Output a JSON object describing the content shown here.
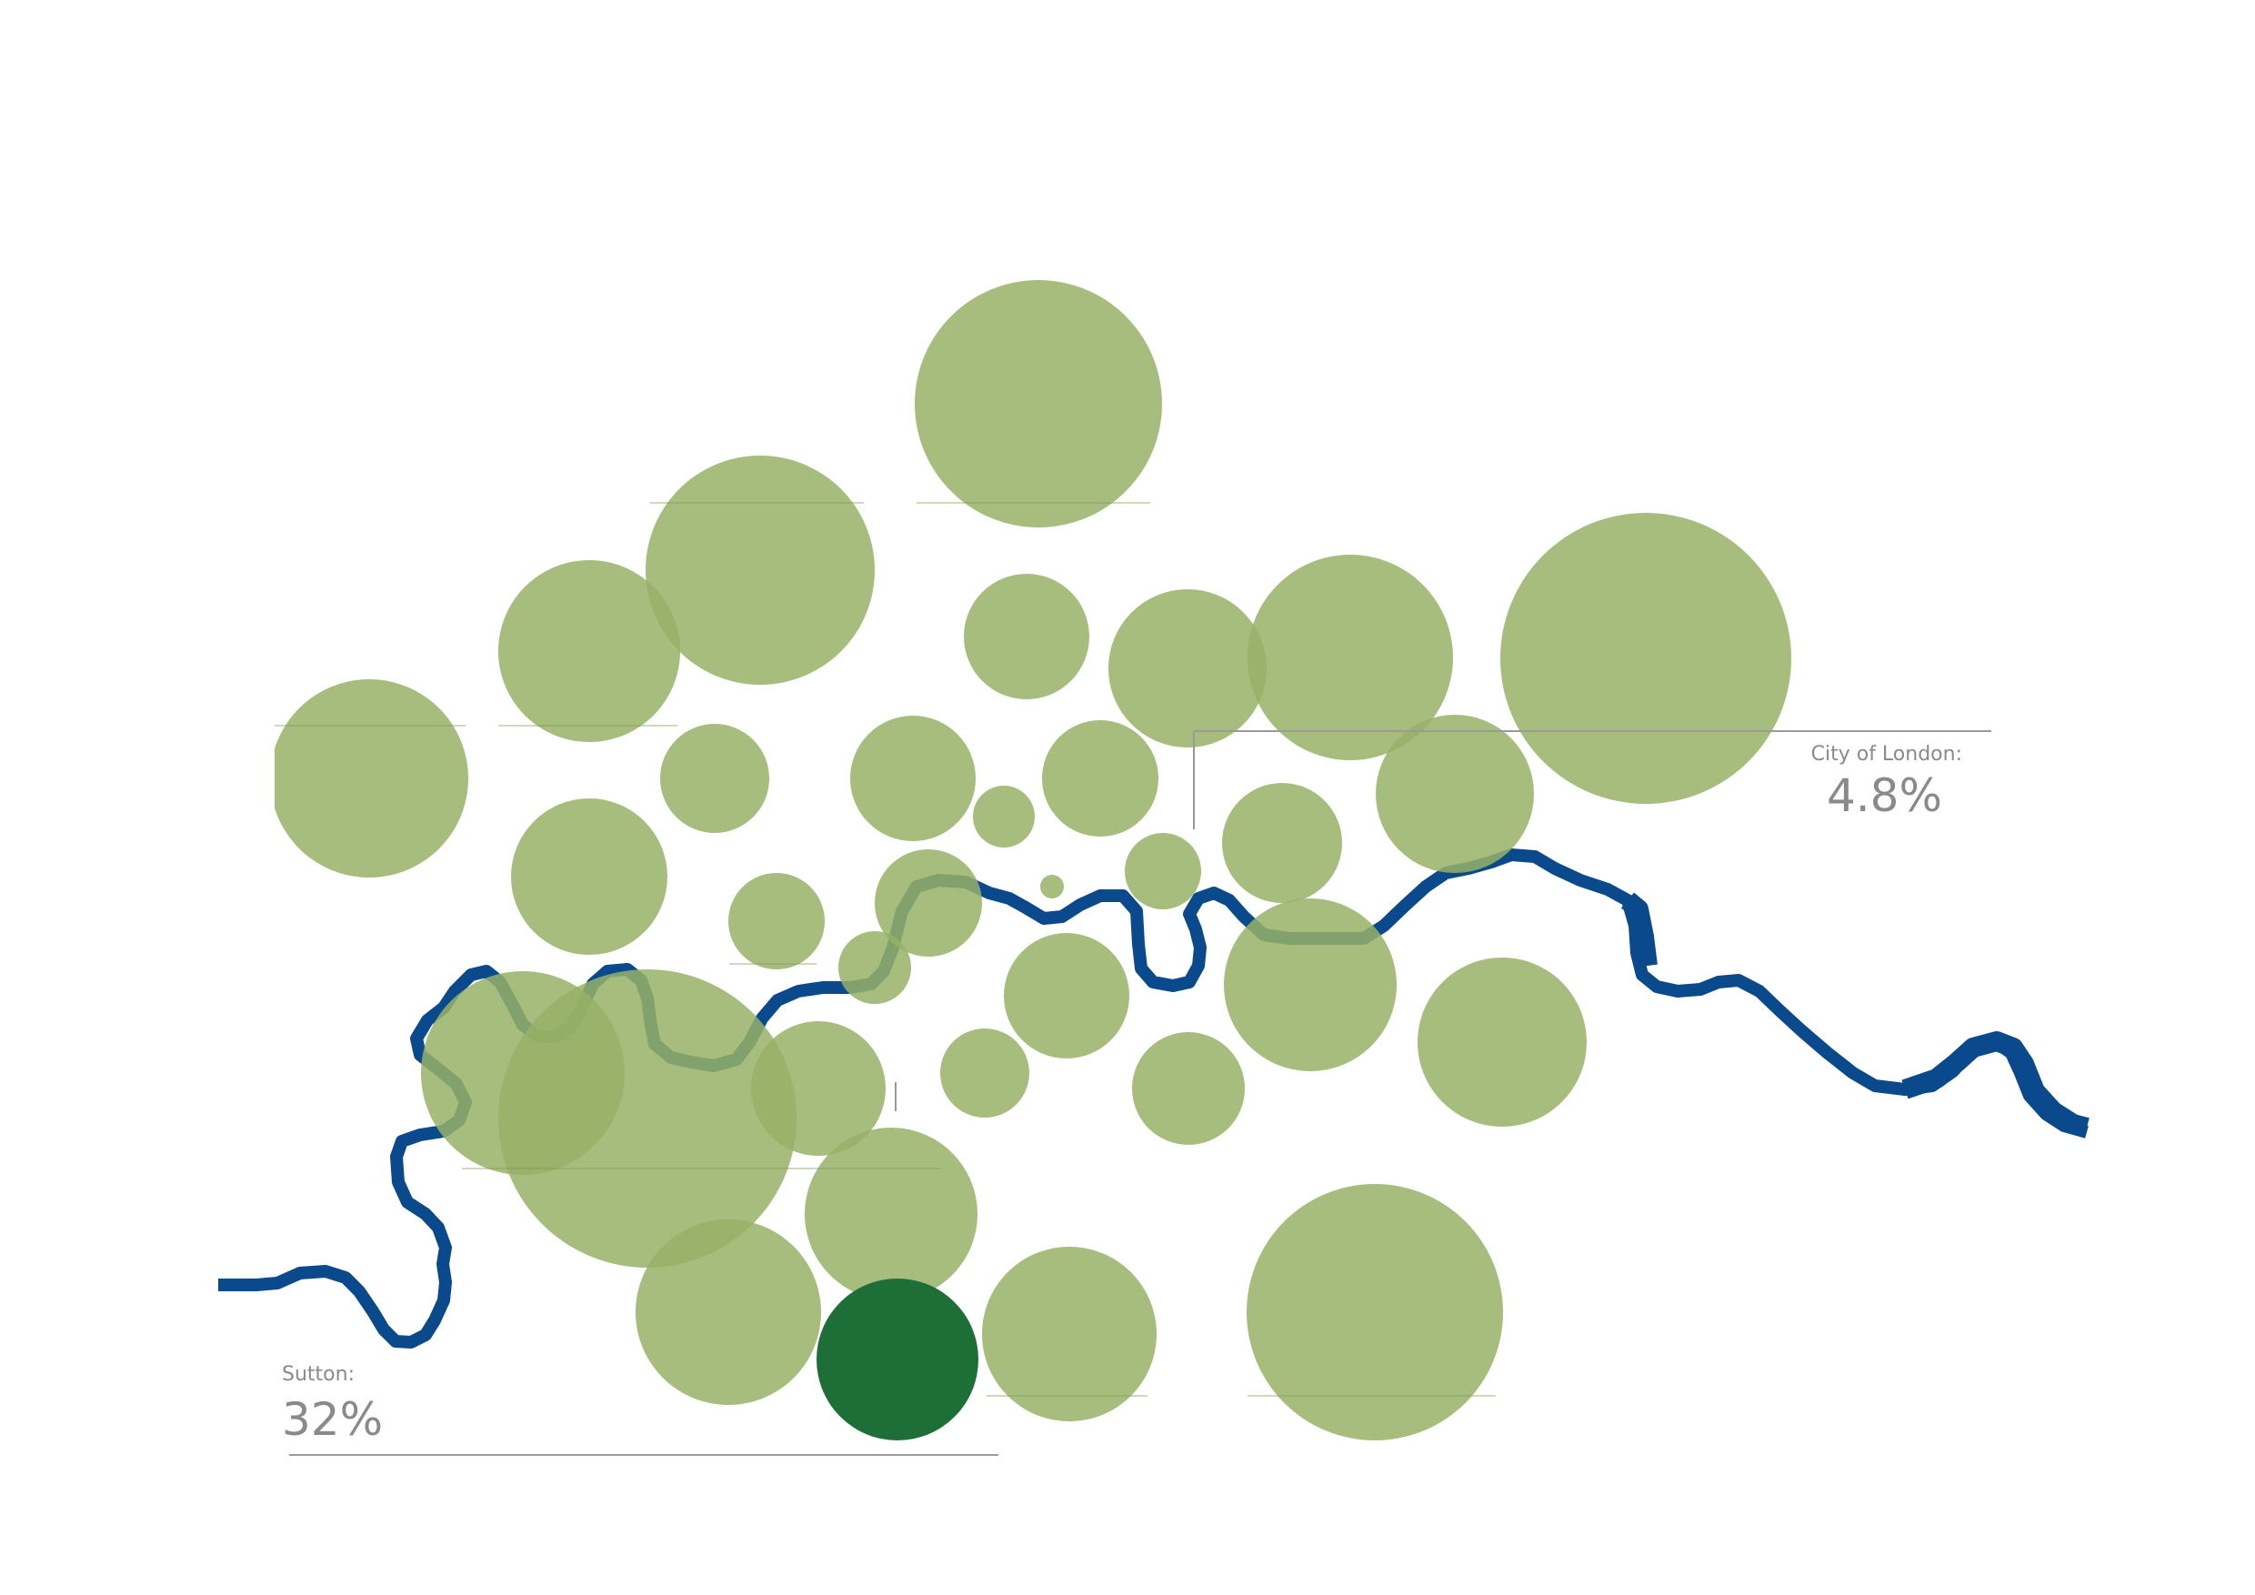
{
  "colors": {
    "bubble": "#96b266",
    "highlight": "#1e6e37",
    "river": "#0a4a8c",
    "label_text": "#8a8a8a",
    "leader_line": "#9a9a9a"
  },
  "callouts": {
    "sutton": {
      "name": "Sutton:",
      "value": "32%"
    },
    "city_of_london": {
      "name": "City of London:",
      "value": "4.8%"
    }
  }
}
